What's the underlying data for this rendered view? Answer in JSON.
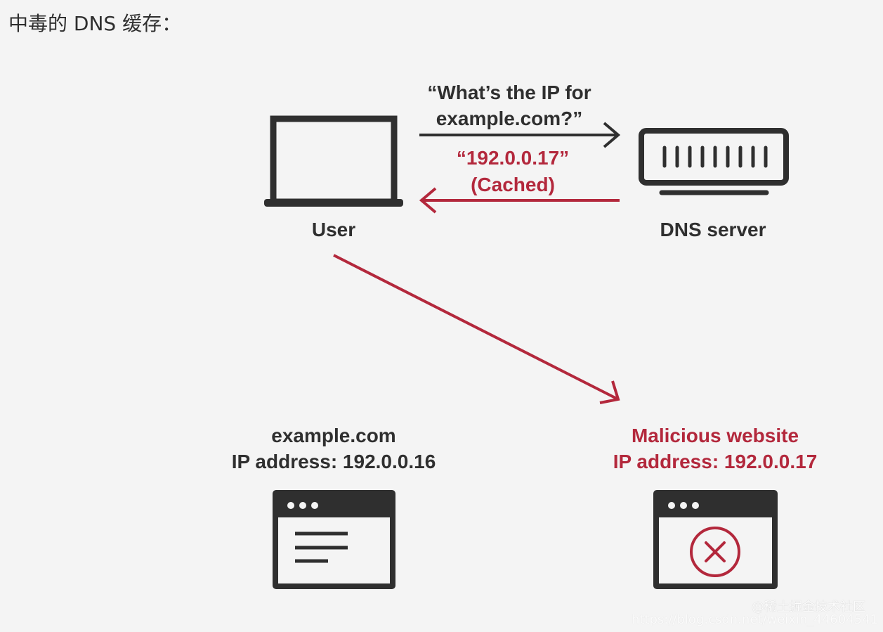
{
  "page": {
    "title": "中毒的 DNS 缓存："
  },
  "diagram": {
    "user_label": "User",
    "dns_server_label": "DNS server",
    "query": {
      "line1": "“What’s the IP for",
      "line2": "example.com?”"
    },
    "cached_response": {
      "line1": "“192.0.0.17”",
      "line2": "(Cached)"
    },
    "legit_site": {
      "name": "example.com",
      "ip_line": "IP address: 192.0.0.16"
    },
    "malicious_site": {
      "name": "Malicious website",
      "ip_line": "IP address: 192.0.0.17"
    }
  },
  "watermark": {
    "brand": "@稀土掘金技术社区",
    "url": "https://blog.csdn.net/weixin_44604541"
  },
  "colors": {
    "dark": "#2f2f2f",
    "accent_red": "#b3283c",
    "background": "#f4f4f4"
  },
  "icons": {
    "user_device": "laptop-icon",
    "dns_server": "server-icon",
    "legit_site": "browser-window-icon",
    "malicious_site": "error-x-icon"
  }
}
